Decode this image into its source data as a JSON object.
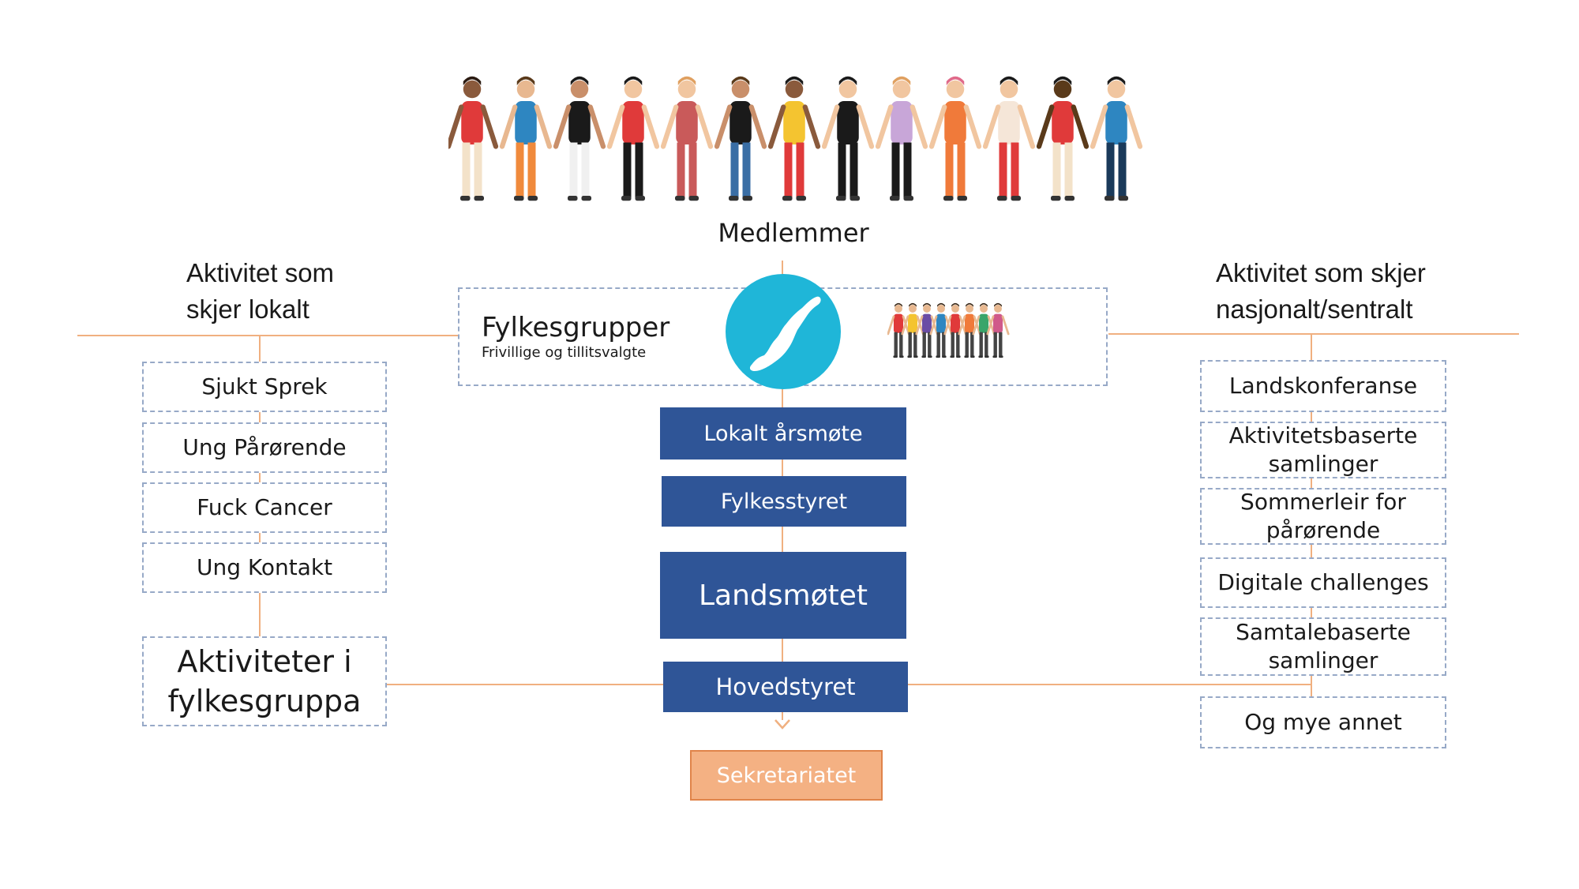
{
  "members": {
    "label": "Medlemmer"
  },
  "local_heading": {
    "line1": "Aktivitet som",
    "line2": "skjer lokalt"
  },
  "national_heading": {
    "line1": "Aktivitet som skjer",
    "line2": "nasjonalt/sentralt"
  },
  "county_groups": {
    "title": "Fylkesgrupper",
    "subtitle": "Frivillige og tillitsvalgte"
  },
  "local_items": [
    "Sjukt Sprek",
    "Ung Pårørende",
    "Fuck Cancer",
    "Ung Kontakt"
  ],
  "county_activities": {
    "line1": "Aktiviteter i",
    "line2": "fylkesgruppa"
  },
  "center_boxes": [
    "Lokalt årsmøte",
    "Fylkesstyret",
    "Landsmøtet",
    "Hovedstyret"
  ],
  "secretariat": "Sekretariatet",
  "national_items": [
    {
      "line1": "Landskonferanse",
      "line2": ""
    },
    {
      "line1": "Aktivitetsbaserte",
      "line2": "samlinger"
    },
    {
      "line1": "Sommerleir for",
      "line2": "pårørende"
    },
    {
      "line1": "Digitale challenges",
      "line2": ""
    },
    {
      "line1": "Samtalebaserte",
      "line2": "samlinger"
    },
    {
      "line1": "Og mye annet",
      "line2": ""
    }
  ],
  "colors": {
    "blue": "#2f5597",
    "line": "#f0b080",
    "dash": "#97a9c7",
    "orange": "#f4b183",
    "map_circle": "#1fb6d8"
  }
}
